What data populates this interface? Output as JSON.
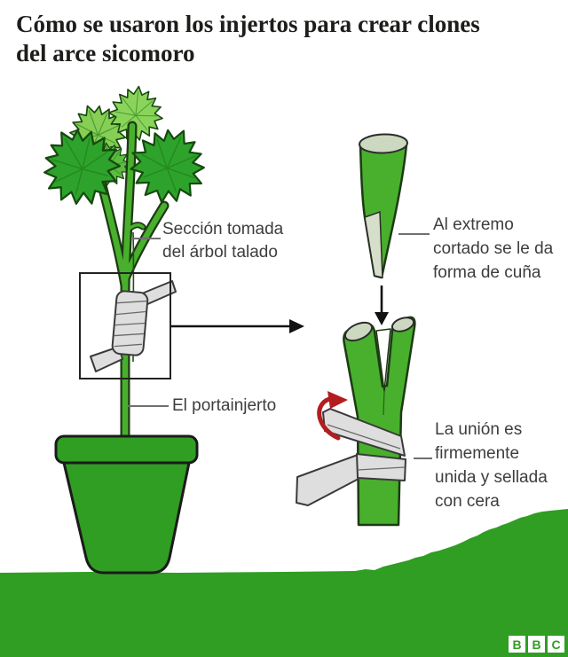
{
  "title": "Cómo se usaron los injertos para crear clones del arce sicomoro",
  "diagram": {
    "labels": {
      "scion_section": {
        "lines": [
          "Sección tomada",
          "del árbol talado"
        ]
      },
      "rootstock": {
        "lines": [
          "El portainjerto"
        ]
      },
      "wedge_cut": {
        "lines": [
          "Al extremo",
          "cortado se le da",
          "forma de cuña"
        ]
      },
      "union_seal": {
        "lines": [
          "La unión es",
          "firmemente",
          "unida y sellada",
          "con cera"
        ]
      }
    }
  },
  "footer": {
    "logo_letters": [
      "B",
      "B",
      "C"
    ]
  },
  "colors": {
    "text_dark": "#1d1d1b",
    "label_gray": "#3d3d3d",
    "leaf_light": "#86ce54",
    "leaf_dark": "#2da32b",
    "stem_green": "#48b02c",
    "pot_green": "#2f9e23",
    "ground_green": "#2f9e23",
    "tape_gray": "#dedede",
    "cut_face": "#d6dfc9",
    "arrow_red": "#b31d1f",
    "bbc_green": "#2f9e23"
  }
}
